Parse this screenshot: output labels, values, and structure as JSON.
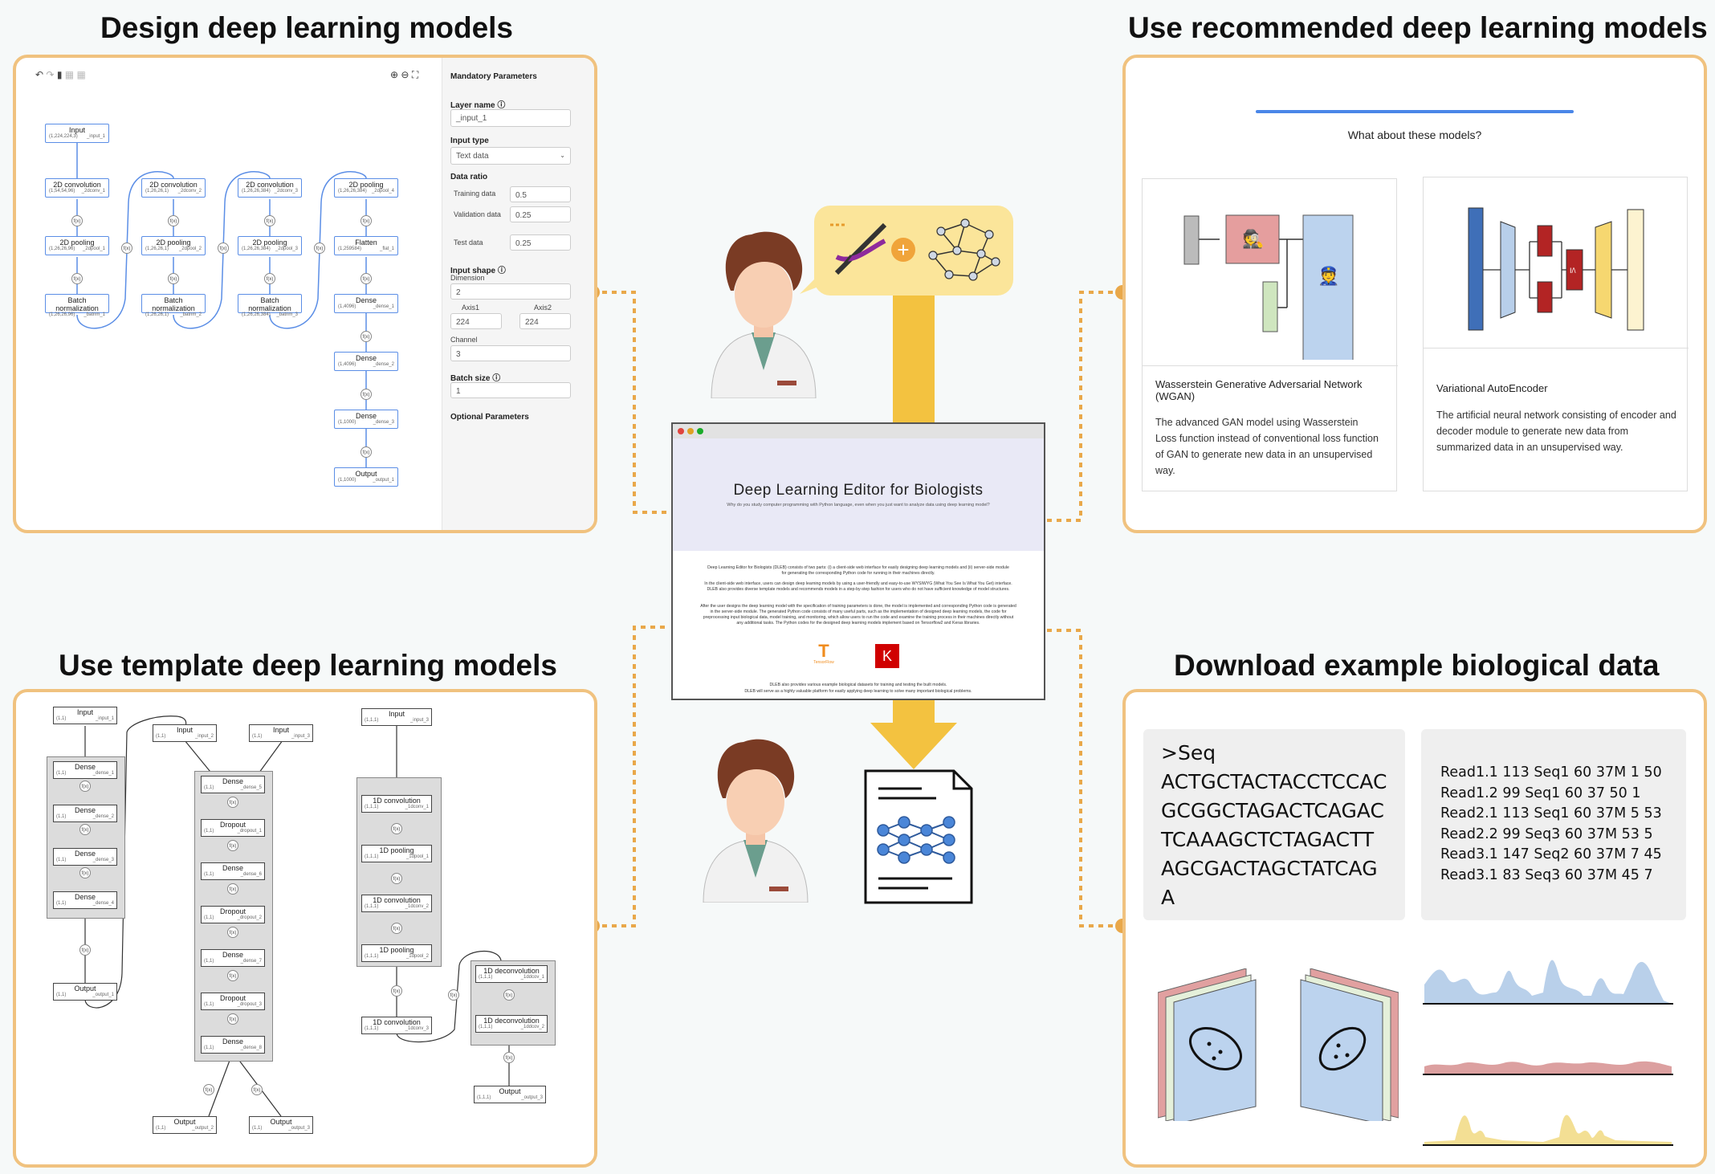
{
  "headings": {
    "design": "Design deep learning models",
    "recommended": "Use recommended deep learning models",
    "template": "Use template deep learning models",
    "download": "Download example biological data"
  },
  "design_panel": {
    "nodes": [
      {
        "title": "Input",
        "shape": "(1,224,224,3)",
        "id": "_input_1"
      },
      {
        "title": "2D convolution",
        "shape": "(1,54,54,96)",
        "id": "_2dconv_1"
      },
      {
        "title": "2D pooling",
        "shape": "(1,26,26,96)",
        "id": "_2dpool_1"
      },
      {
        "title": "Batch normalization",
        "shape": "(1,26,26,96)",
        "id": "_batnm_1"
      },
      {
        "title": "2D convolution",
        "shape": "(1,26,26,1)",
        "id": "_2dconv_2"
      },
      {
        "title": "2D pooling",
        "shape": "(1,26,26,1)",
        "id": "_2dpool_2"
      },
      {
        "title": "Batch normalization",
        "shape": "(1,26,26,1)",
        "id": "_batnm_2"
      },
      {
        "title": "2D convolution",
        "shape": "(1,26,26,384)",
        "id": "_2dconv_3"
      },
      {
        "title": "2D pooling",
        "shape": "(1,26,26,384)",
        "id": "_2dpool_3"
      },
      {
        "title": "Batch normalization",
        "shape": "(1,26,26,384)",
        "id": "_batnm_3"
      },
      {
        "title": "2D pooling",
        "shape": "(1,26,26,384)",
        "id": "_2dpool_4"
      },
      {
        "title": "Flatten",
        "shape": "(1,259584)",
        "id": "_flat_1"
      },
      {
        "title": "Dense",
        "shape": "(1,4096)",
        "id": "_dense_1"
      },
      {
        "title": "Dense",
        "shape": "(1,4096)",
        "id": "_dense_2"
      },
      {
        "title": "Dense",
        "shape": "(1,1000)",
        "id": "_dense_3"
      },
      {
        "title": "Output",
        "shape": "(1,1000)",
        "id": "_output_1"
      }
    ],
    "fx_label": "f(x)",
    "params": {
      "mandatory": "Mandatory Parameters",
      "layer_name_label": "Layer name ⓘ",
      "layer_name_value": "_input_1",
      "input_type_label": "Input type",
      "input_type_value": "Text data",
      "data_ratio_label": "Data ratio",
      "training_label": "Training data",
      "training_value": "0.5",
      "validation_label": "Validation data",
      "validation_value": "0.25",
      "test_label": "Test data",
      "test_value": "0.25",
      "input_shape_label": "Input shape ⓘ",
      "dimension_label": "Dimension",
      "dimension_value": "2",
      "axis1_label": "Axis1",
      "axis1_value": "224",
      "axis2_label": "Axis2",
      "axis2_value": "224",
      "channel_label": "Channel",
      "channel_value": "3",
      "batch_label": "Batch size ⓘ",
      "batch_value": "1",
      "optional": "Optional Parameters"
    }
  },
  "recommended_panel": {
    "question": "What about these models?",
    "models": [
      {
        "name": "Wasserstein Generative Adversarial Network (WGAN)",
        "desc": "The advanced GAN model using Wasserstein Loss function instead of conventional loss function of GAN to generate new data in an unsupervised way."
      },
      {
        "name": "Variational AutoEncoder",
        "desc": "The artificial neural network consisting of encoder and decoder module to generate new data from summarized data in an unsupervised way."
      }
    ]
  },
  "template_panel": {
    "fx_label": "f(x)",
    "model1": {
      "input": {
        "title": "Input",
        "shape": "(1,1)",
        "id": "_input_1"
      },
      "layers": [
        {
          "title": "Dense",
          "shape": "(1,1)",
          "id": "_dense_1"
        },
        {
          "title": "Dense",
          "shape": "(1,1)",
          "id": "_dense_2"
        },
        {
          "title": "Dense",
          "shape": "(1,1)",
          "id": "_dense_3"
        },
        {
          "title": "Dense",
          "shape": "(1,1)",
          "id": "_dense_4"
        }
      ],
      "output": {
        "title": "Output",
        "shape": "(1,1)",
        "id": "_output_1"
      }
    },
    "model2": {
      "inputs": [
        {
          "title": "Input",
          "shape": "(1,1)",
          "id": "_input_2"
        },
        {
          "title": "Input",
          "shape": "(1,1)",
          "id": "_input_3"
        }
      ],
      "layers": [
        {
          "title": "Dense",
          "shape": "(1,1)",
          "id": "_dense_5"
        },
        {
          "title": "Dropout",
          "shape": "(1,1)",
          "id": "_dropout_1"
        },
        {
          "title": "Dense",
          "shape": "(1,1)",
          "id": "_dense_6"
        },
        {
          "title": "Dropout",
          "shape": "(1,1)",
          "id": "_dropout_2"
        },
        {
          "title": "Dense",
          "shape": "(1,1)",
          "id": "_dense_7"
        },
        {
          "title": "Dropout",
          "shape": "(1,1)",
          "id": "_dropout_3"
        },
        {
          "title": "Dense",
          "shape": "(1,1)",
          "id": "_dense_8"
        }
      ],
      "outputs": [
        {
          "title": "Output",
          "shape": "(1,1)",
          "id": "_output_2"
        },
        {
          "title": "Output",
          "shape": "(1,1)",
          "id": "_output_3"
        }
      ]
    },
    "model3": {
      "input": {
        "title": "Input",
        "shape": "(1,1,1)",
        "id": "_input_3"
      },
      "layers": [
        {
          "title": "1D convolution",
          "shape": "(1,1,1)",
          "id": "_1dconv_1"
        },
        {
          "title": "1D pooling",
          "shape": "(1,1,1)",
          "id": "_1dpool_1"
        },
        {
          "title": "1D convolution",
          "shape": "(1,1,1)",
          "id": "_1dconv_2"
        },
        {
          "title": "1D pooling",
          "shape": "(1,1,1)",
          "id": "_1dpool_2"
        }
      ],
      "conv3": {
        "title": "1D convolution",
        "shape": "(1,1,1)",
        "id": "_1dconv_3"
      },
      "deconv": [
        {
          "title": "1D deconvolution",
          "shape": "(1,1,1)",
          "id": "_1ddcov_1"
        },
        {
          "title": "1D deconvolution",
          "shape": "(1,1,1)",
          "id": "_1ddcov_2"
        }
      ],
      "output": {
        "title": "Output",
        "shape": "(1,1,1)",
        "id": "_output_3"
      }
    }
  },
  "editor": {
    "title": "Deep Learning Editor for Biologists",
    "subtitle": "Why do you study computer programming with Python language, even when you just want to analyze data using deep learning model?",
    "para1": "Deep Learning Editor for Biologists (DLEB) consists of two parts: (i) a client-side web interface for easily designing deep learning models and (ii) server-side module for generating the corresponding Python code for running in their machines directly.",
    "para2": "In the client-side web interface, users can design deep learning models by using a user-friendly and easy-to-use WYSIWYG (What You See Is What You Get) interface. DLEB also provides diverse template models and recommends models in a step-by-step fashion for users who do not have sufficient knowledge of model structures.",
    "para3": "After the user designs the deep learning model with the specification of training parameters is done, the model is implemented and corresponding Python code is generated in the server-side module. The generated Python code consists of many useful parts, such as the implementation of designed deep learning models, the code for preprocessing input biological data, model training, and monitoring, which allow users to run the code and examine the training process in their machines directly without any additional tasks. The Python codes for the designed deep learning models implement based on Tensorflow2 and Keras libraries.",
    "logo1": "TensorFlow",
    "logo2": "K",
    "para4": "DLEB also provides various example biological datasets for training and testing the built models.",
    "para5": "DLEB will serve as a highly valuable platform for easily applying deep learning to solve many important biological problems."
  },
  "download_panel": {
    "fasta": [
      ">Seq",
      "ACTGCTACTACCTCCAC",
      "GCGGCTAGACTCAGAC",
      "TCAAAGCTCTAGACTT",
      "AGCGACTAGCTATCAG",
      "A"
    ],
    "sam": [
      "Read1.1 113 Seq1 60 37M 1 50",
      "Read1.2 99 Seq1 60 37 50 1",
      "Read2.1 113 Seq1 60 37M 5 53",
      "Read2.2 99 Seq3 60 37M 53 5",
      "Read3.1 147 Seq2 60 37M 7 45",
      "Read3.1 83 Seq3 60 37M 45 7"
    ]
  },
  "colors": {
    "panel_border": "#f0c27f",
    "connector": "#e9a84a",
    "arrow": "#f3c240",
    "node_border": "#5b8ee6",
    "hair": "#7a3b24"
  }
}
